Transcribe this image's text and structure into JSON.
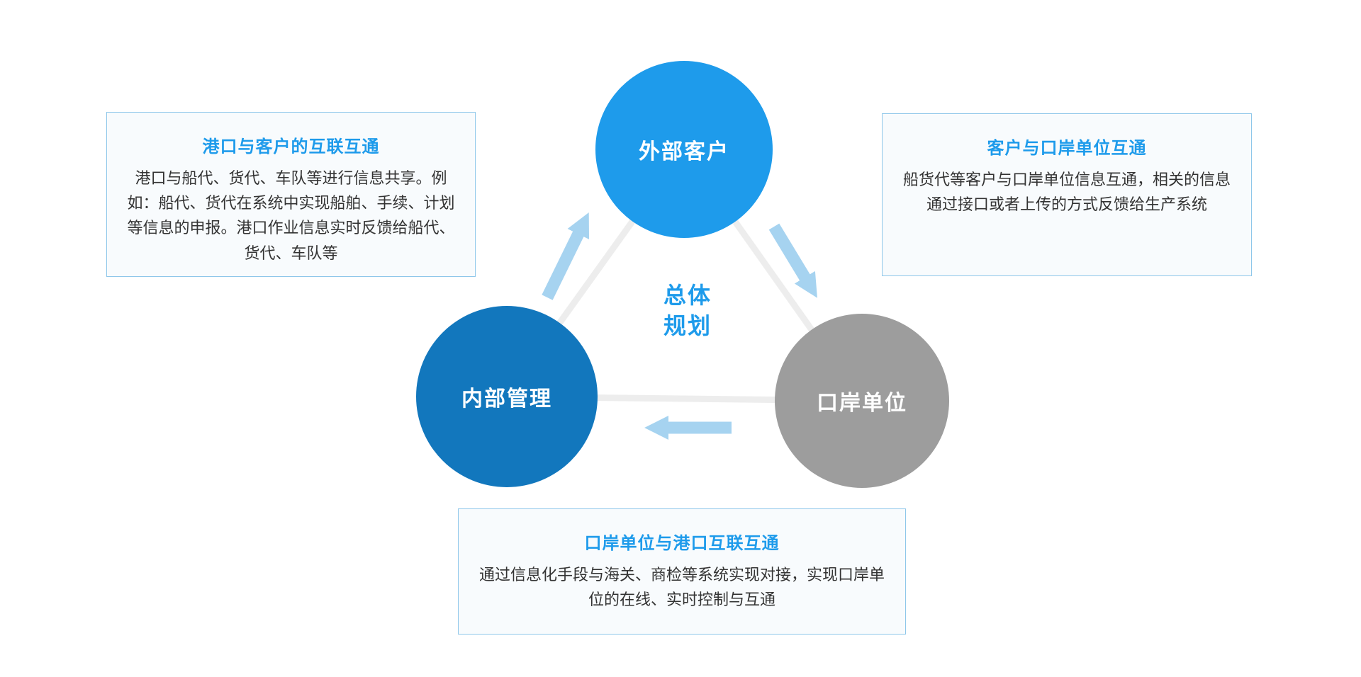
{
  "diagram": {
    "center_label": "总体\n规划",
    "nodes": {
      "top": {
        "label": "外部客户",
        "color": "#1e9beb"
      },
      "left": {
        "label": "内部管理",
        "color": "#1277bd"
      },
      "right": {
        "label": "口岸单位",
        "color": "#9d9d9d"
      }
    },
    "boxes": {
      "left": {
        "title": "港口与客户的互联互通",
        "body": "港口与船代、货代、车队等进行信息共享。例如：船代、货代在系统中实现船舶、手续、计划等信息的申报。港口作业信息实时反馈给船代、货代、车队等"
      },
      "right": {
        "title": "客户与口岸单位互通",
        "body": "船货代等客户与口岸单位信息互通，相关的信息通过接口或者上传的方式反馈给生产系统"
      },
      "bottom": {
        "title": "口岸单位与港口互联互通",
        "body": "通过信息化手段与海关、商检等系统实现对接，实现口岸单位的在线、实时控制与互通"
      }
    },
    "colors": {
      "accent": "#1e9beb",
      "arrow": "#a6d3f0",
      "triangle_line": "#ededed",
      "box_border": "#8ec7ea",
      "box_background": "#f8fbfd"
    }
  }
}
